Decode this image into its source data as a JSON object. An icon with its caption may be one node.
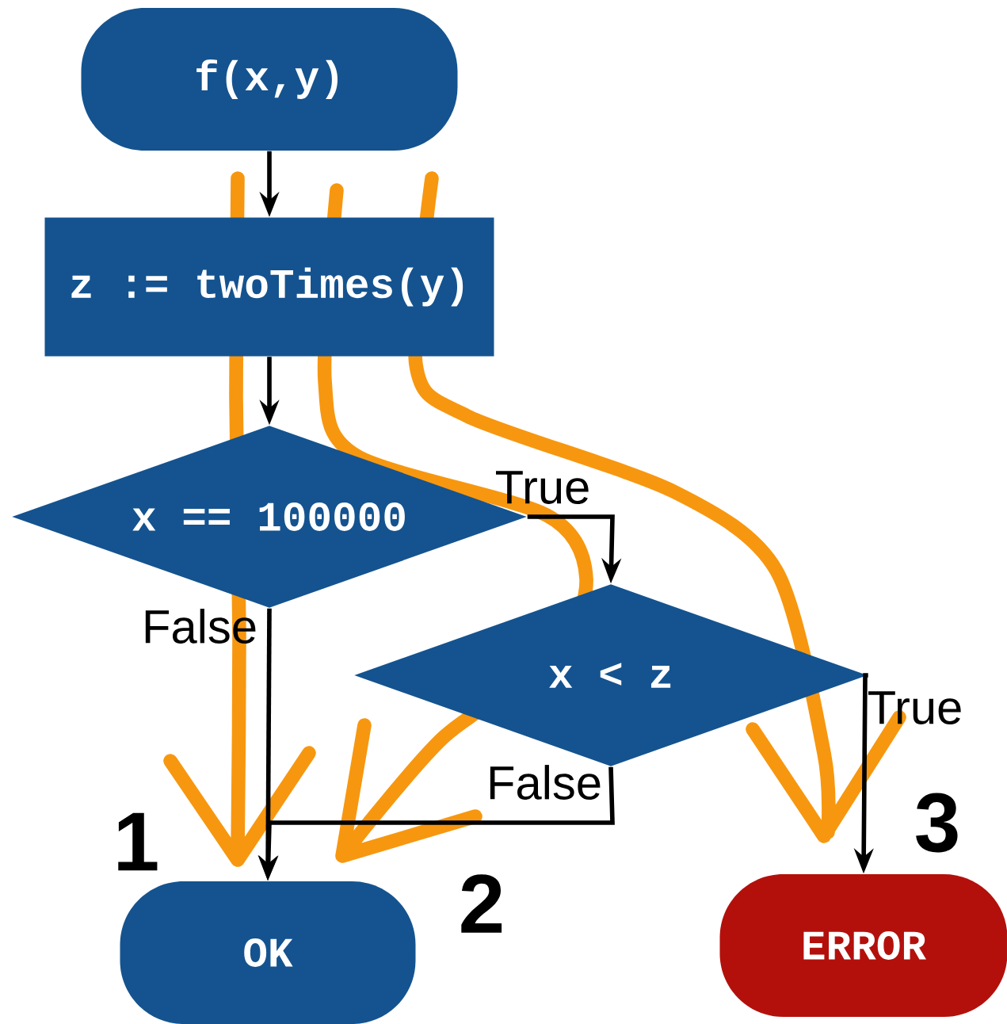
{
  "diagram": {
    "nodes": [
      {
        "text": [
          "f(x,y)"
        ]
      },
      {
        "text": [
          "z := twoTimes(y)"
        ]
      },
      {
        "text": [
          "x == 100000"
        ]
      },
      {
        "text": [
          "x < z"
        ]
      },
      {
        "text": [
          "OK"
        ]
      },
      {
        "text": [
          "ERROR"
        ]
      }
    ],
    "edges": [
      {
        "from": 0,
        "to": 1,
        "arrow": "to"
      },
      {
        "from": 1,
        "to": 2,
        "arrow": "to"
      },
      {
        "from": 2,
        "to": 4,
        "arrow": "to",
        "label": "False"
      },
      {
        "from": 2,
        "to": 3,
        "arrow": "to",
        "label": "True"
      },
      {
        "from": 3,
        "to": 4,
        "arrow": "to",
        "label": "False"
      },
      {
        "from": 3,
        "to": 5,
        "arrow": "to",
        "label": "True"
      }
    ],
    "labels": [
      "1",
      "2",
      "3"
    ]
  }
}
